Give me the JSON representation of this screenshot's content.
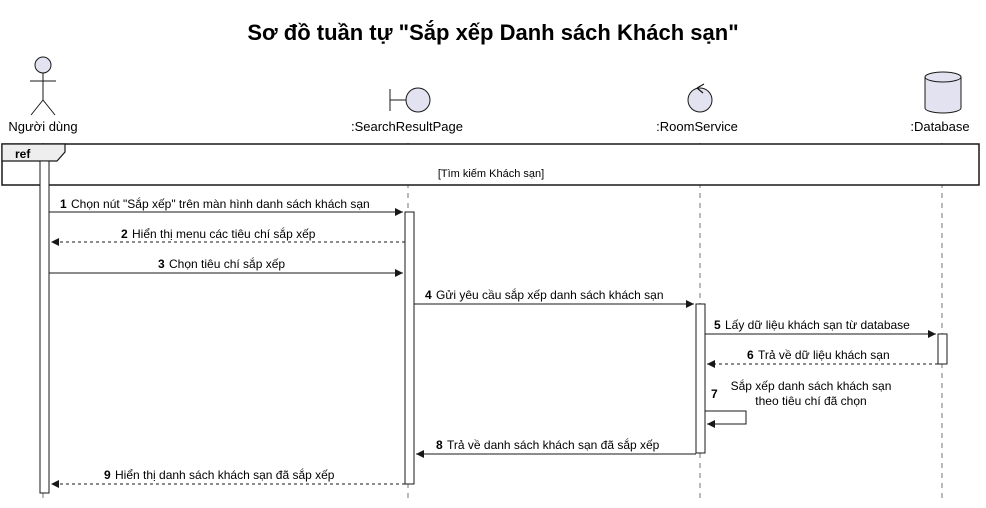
{
  "title": "Sơ đồ tuần tự \"Sắp xếp Danh sách Khách sạn\"",
  "participants": [
    {
      "id": "user",
      "label": "Người dùng",
      "icon": "actor-icon"
    },
    {
      "id": "page",
      "label": ":SearchResultPage",
      "icon": "boundary-icon"
    },
    {
      "id": "service",
      "label": ":RoomService",
      "icon": "control-icon"
    },
    {
      "id": "db",
      "label": ":Database",
      "icon": "database-icon"
    }
  ],
  "ref": {
    "tag": "ref",
    "text": "[Tìm kiếm Khách sạn]"
  },
  "messages": [
    {
      "num": "1",
      "text": "Chọn nút \"Sắp xếp\" trên màn hình danh sách khách sạn",
      "from": "user",
      "to": "page",
      "style": "sync"
    },
    {
      "num": "2",
      "text": "Hiển thị menu các tiêu chí sắp xếp",
      "from": "page",
      "to": "user",
      "style": "reply"
    },
    {
      "num": "3",
      "text": "Chọn tiêu chí sắp xếp",
      "from": "user",
      "to": "page",
      "style": "sync"
    },
    {
      "num": "4",
      "text": "Gửi yêu cầu sắp xếp danh sách khách sạn",
      "from": "page",
      "to": "service",
      "style": "sync"
    },
    {
      "num": "5",
      "text": "Lấy dữ liệu khách sạn từ database",
      "from": "service",
      "to": "db",
      "style": "sync"
    },
    {
      "num": "6",
      "text": "Trả về dữ liệu khách sạn",
      "from": "db",
      "to": "service",
      "style": "reply"
    },
    {
      "num": "7",
      "text_lines": [
        "Sắp xếp danh sách khách sạn",
        "theo tiêu chí đã chọn"
      ],
      "from": "service",
      "to": "service",
      "style": "self"
    },
    {
      "num": "8",
      "text": "Trả về danh sách khách sạn đã sắp xếp",
      "from": "service",
      "to": "page",
      "style": "sync"
    },
    {
      "num": "9",
      "text": "Hiển thị danh sách khách sạn đã sắp xếp",
      "from": "page",
      "to": "user",
      "style": "reply"
    }
  ],
  "colors": {
    "participant_fill": "#e2e2f0",
    "line": "#181818",
    "lifeline": "#181818"
  }
}
